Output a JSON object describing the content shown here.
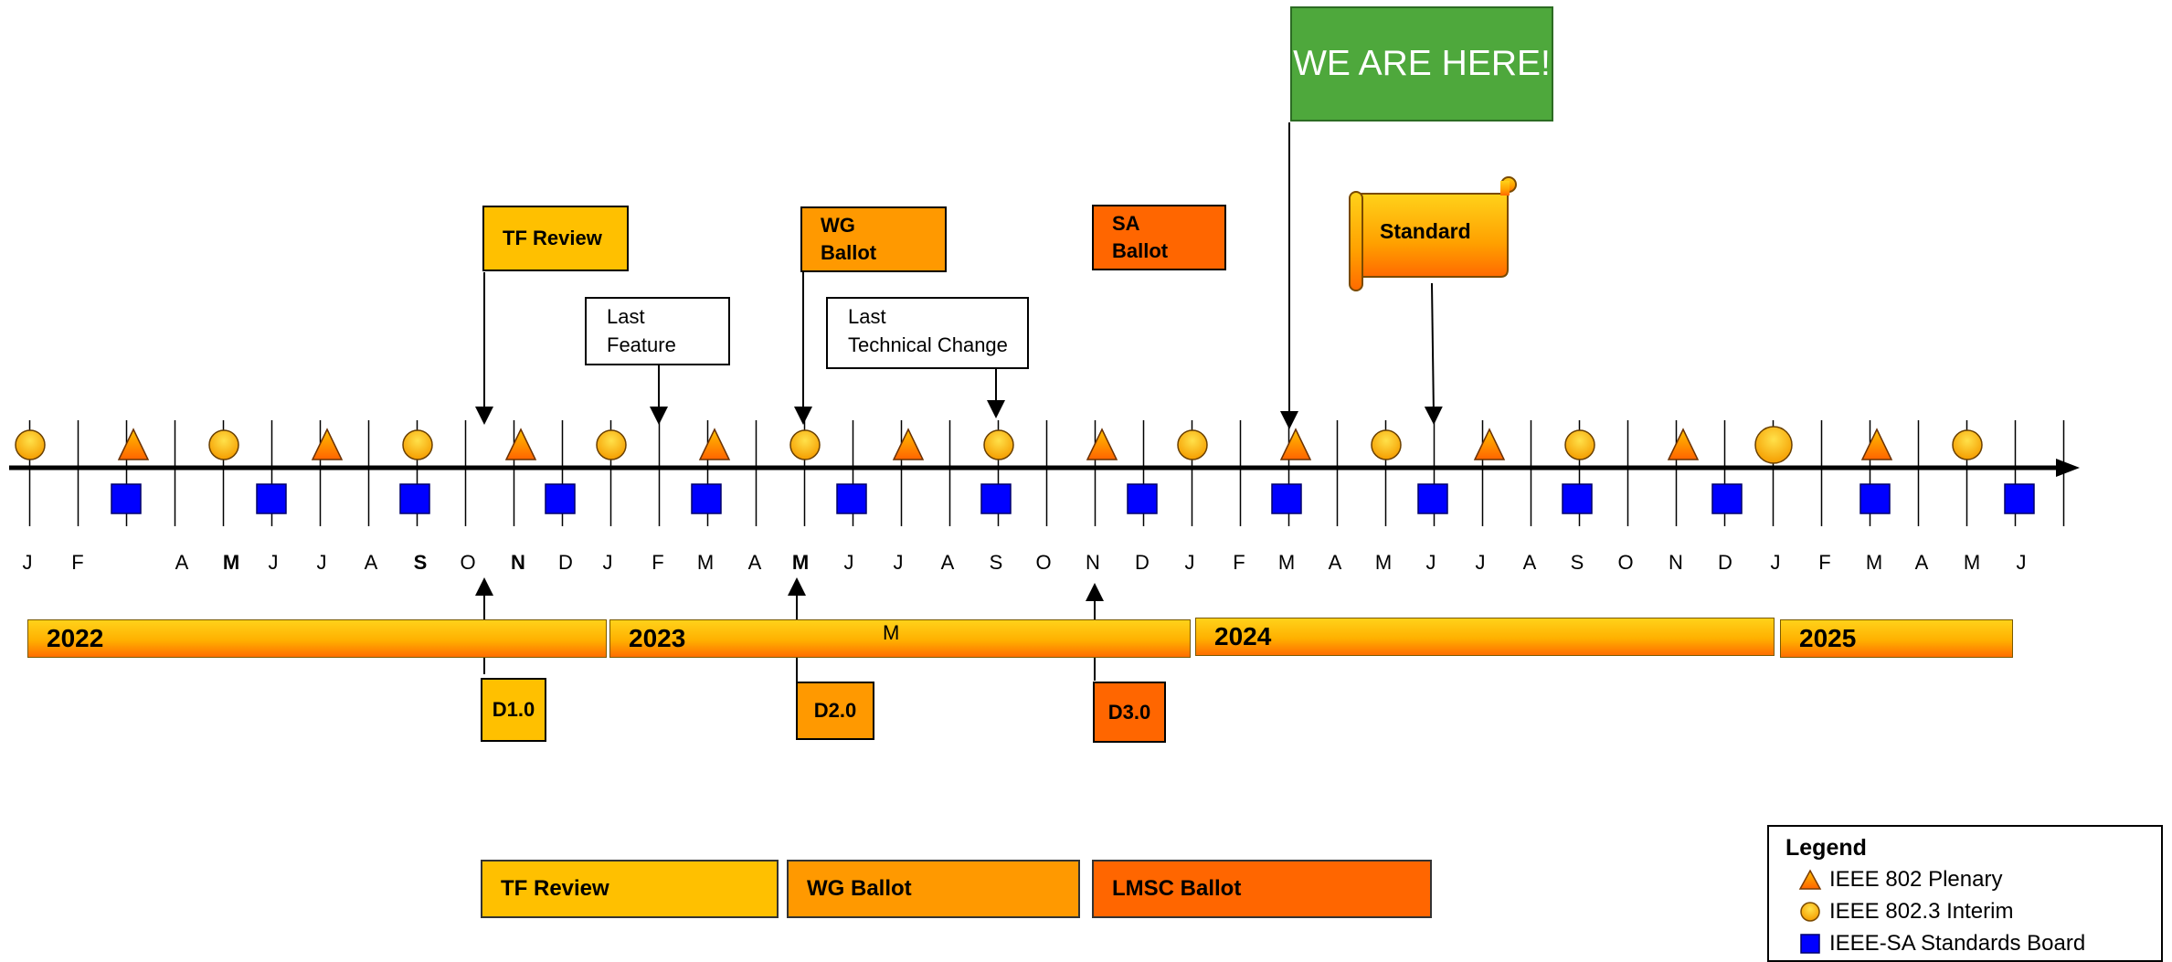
{
  "callouts": {
    "tf_review": "TF Review",
    "wg_ballot": "WG\nBallot",
    "sa_ballot": "SA\nBallot",
    "standard": "Standard",
    "we_are_here": "WE ARE HERE!",
    "last_feature": "Last\nFeature",
    "last_technical_change": "Last\nTechnical Change"
  },
  "months": [
    "J",
    "F",
    "A",
    "M",
    "J",
    "J",
    "A",
    "S",
    "O",
    "N",
    "D",
    "J",
    "F",
    "M",
    "A",
    "M",
    "J",
    "J",
    "A",
    "S",
    "O",
    "N",
    "D",
    "J",
    "F",
    "M",
    "A",
    "M",
    "J",
    "J",
    "A",
    "S",
    "O",
    "N",
    "D",
    "J",
    "F",
    "M",
    "A",
    "M",
    "J"
  ],
  "months_bold": [
    3,
    7,
    9,
    15
  ],
  "years": [
    "2022",
    "2023",
    "2024",
    "2025"
  ],
  "year_bar_note": "M",
  "drafts": [
    "D1.0",
    "D2.0",
    "D3.0"
  ],
  "phases": [
    "TF Review",
    "WG Ballot",
    "LMSC Ballot"
  ],
  "legend": {
    "title": "Legend",
    "items": [
      {
        "label": "IEEE 802 Plenary",
        "icon": "triangle-icon",
        "color": "#ff8c00"
      },
      {
        "label": "IEEE 802.3 Interim",
        "icon": "circle-icon",
        "color": "#ffc000"
      },
      {
        "label": "IEEE-SA Standards Board",
        "icon": "square-icon",
        "color": "#0000ff"
      }
    ]
  },
  "colors": {
    "tf_review": "#ffc000",
    "wg_ballot": "#ff9900",
    "sa_ballot": "#ff6600",
    "we_are_here": "#4ea83c",
    "standards_board": "#0000ff"
  }
}
